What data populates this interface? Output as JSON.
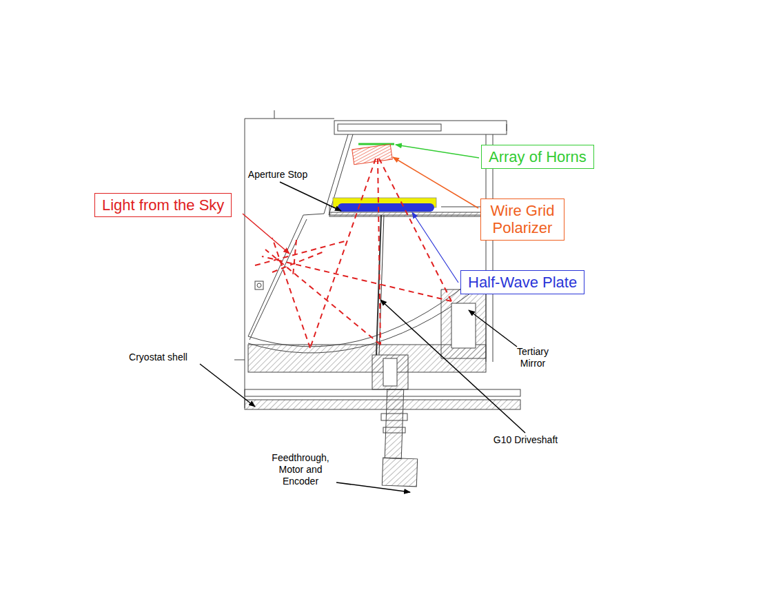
{
  "diagram": {
    "nodes": [
      {
        "text": [
          "Array of Horns"
        ]
      },
      {
        "text": [
          "Light from the Sky"
        ]
      },
      {
        "text": [
          "Wire Grid Polarizer"
        ]
      },
      {
        "text": [
          "Half-Wave Plate"
        ]
      }
    ],
    "labels": [
      "Aperture Stop",
      "Cryostat shell",
      "Tertiary Mirror",
      "G10 Driveshaft",
      "Feedthrough, Motor and Encoder"
    ]
  }
}
